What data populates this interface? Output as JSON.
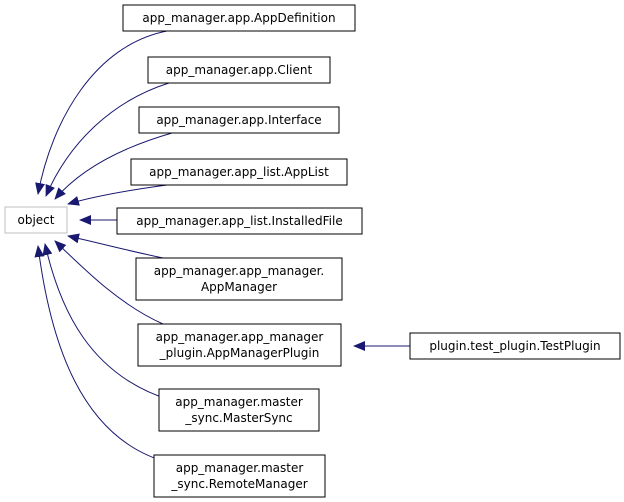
{
  "diagram": {
    "colors": {
      "edge": "#191970",
      "node_border": "#000000",
      "root_border": "#bfbfbf",
      "background": "#ffffff"
    },
    "root": {
      "id": "object",
      "lines": [
        "object"
      ]
    },
    "nodes": [
      {
        "id": "AppDefinition",
        "lines": [
          "app_manager.app.AppDefinition"
        ]
      },
      {
        "id": "Client",
        "lines": [
          "app_manager.app.Client"
        ]
      },
      {
        "id": "Interface",
        "lines": [
          "app_manager.app.Interface"
        ]
      },
      {
        "id": "AppList",
        "lines": [
          "app_manager.app_list.AppList"
        ]
      },
      {
        "id": "InstalledFile",
        "lines": [
          "app_manager.app_list.InstalledFile"
        ]
      },
      {
        "id": "AppManager",
        "lines": [
          "app_manager.app_manager.",
          "AppManager"
        ]
      },
      {
        "id": "AppManagerPlugin",
        "lines": [
          "app_manager.app_manager",
          "_plugin.AppManagerPlugin"
        ]
      },
      {
        "id": "MasterSync",
        "lines": [
          "app_manager.master",
          "_sync.MasterSync"
        ]
      },
      {
        "id": "RemoteManager",
        "lines": [
          "app_manager.master",
          "_sync.RemoteManager"
        ]
      },
      {
        "id": "TestPlugin",
        "lines": [
          "plugin.test_plugin.TestPlugin"
        ]
      }
    ],
    "edges": [
      {
        "from": "AppDefinition",
        "to": "object"
      },
      {
        "from": "Client",
        "to": "object"
      },
      {
        "from": "Interface",
        "to": "object"
      },
      {
        "from": "AppList",
        "to": "object"
      },
      {
        "from": "InstalledFile",
        "to": "object"
      },
      {
        "from": "AppManager",
        "to": "object"
      },
      {
        "from": "AppManagerPlugin",
        "to": "object"
      },
      {
        "from": "MasterSync",
        "to": "object"
      },
      {
        "from": "RemoteManager",
        "to": "object"
      },
      {
        "from": "TestPlugin",
        "to": "AppManagerPlugin"
      }
    ]
  }
}
